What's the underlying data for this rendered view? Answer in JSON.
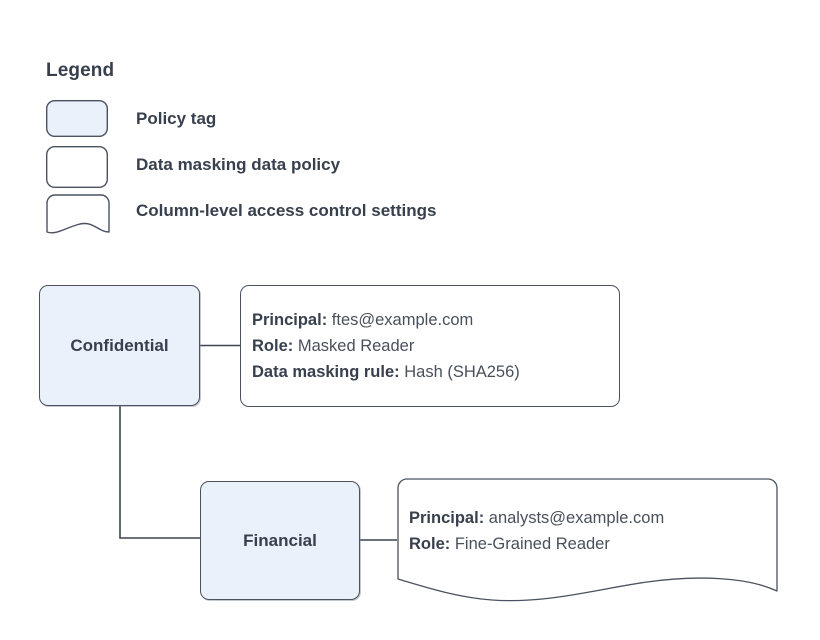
{
  "legend": {
    "title": "Legend",
    "items": [
      {
        "label": "Policy tag",
        "swatch": "rounded-rect-filled",
        "fill": "#eaf1fb"
      },
      {
        "label": "Data masking data policy",
        "swatch": "rounded-rect-outline",
        "fill": "#ffffff"
      },
      {
        "label": "Column-level access control settings",
        "swatch": "document-wavy-bottom",
        "fill": "#ffffff"
      }
    ]
  },
  "diagram": {
    "nodes": [
      {
        "id": "confidential",
        "label": "Confidential",
        "type": "policy-tag"
      },
      {
        "id": "financial",
        "label": "Financial",
        "type": "policy-tag"
      }
    ],
    "details": [
      {
        "id": "detail-confidential",
        "shape": "rounded-rect",
        "lines": [
          {
            "key": "Principal:",
            "value": "ftes@example.com"
          },
          {
            "key": "Role:",
            "value": "Masked Reader"
          },
          {
            "key": "Data masking rule:",
            "value": "Hash (SHA256)"
          }
        ]
      },
      {
        "id": "detail-financial",
        "shape": "document-wavy-bottom",
        "lines": [
          {
            "key": "Principal:",
            "value": "analysts@example.com"
          },
          {
            "key": "Role:",
            "value": "Fine-Grained Reader"
          }
        ]
      }
    ],
    "edges": [
      {
        "from": "confidential",
        "to": "detail-confidential"
      },
      {
        "from": "confidential",
        "to": "financial"
      },
      {
        "from": "financial",
        "to": "detail-financial"
      }
    ]
  },
  "colors": {
    "node_fill": "#eaf1fb",
    "stroke": "#4a5260",
    "text": "#38404e",
    "value_text": "#49505c",
    "background": "#ffffff"
  }
}
